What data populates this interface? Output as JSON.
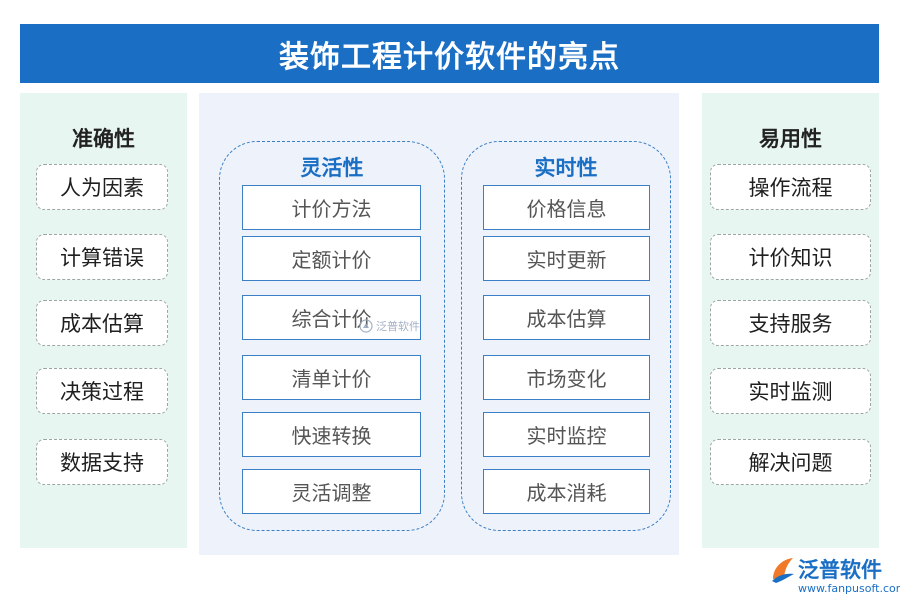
{
  "title": "装饰工程计价软件的亮点",
  "left_panel": {
    "title": "准确性",
    "items": [
      "人为因素",
      "计算错误",
      "成本估算",
      "决策过程",
      "数据支持"
    ]
  },
  "right_panel": {
    "title": "易用性",
    "items": [
      "操作流程",
      "计价知识",
      "支持服务",
      "实时监测",
      "解决问题"
    ]
  },
  "center": {
    "columns": [
      {
        "title": "灵活性",
        "items": [
          "计价方法",
          "定额计价",
          "综合计价",
          "清单计价",
          "快速转换",
          "灵活调整"
        ]
      },
      {
        "title": "实时性",
        "items": [
          "价格信息",
          "实时更新",
          "成本估算",
          "市场变化",
          "实时监控",
          "成本消耗"
        ]
      }
    ],
    "watermark": "泛普软件"
  },
  "logo": {
    "name": "泛普软件",
    "url": "www.fanpusoft.com"
  },
  "colors": {
    "header_bg": "#1a6fc5",
    "side_bg": "#e8f6f1",
    "center_bg": "#eef2fa",
    "accent": "#3b7fc6",
    "logo_orange": "#f07a2a"
  }
}
